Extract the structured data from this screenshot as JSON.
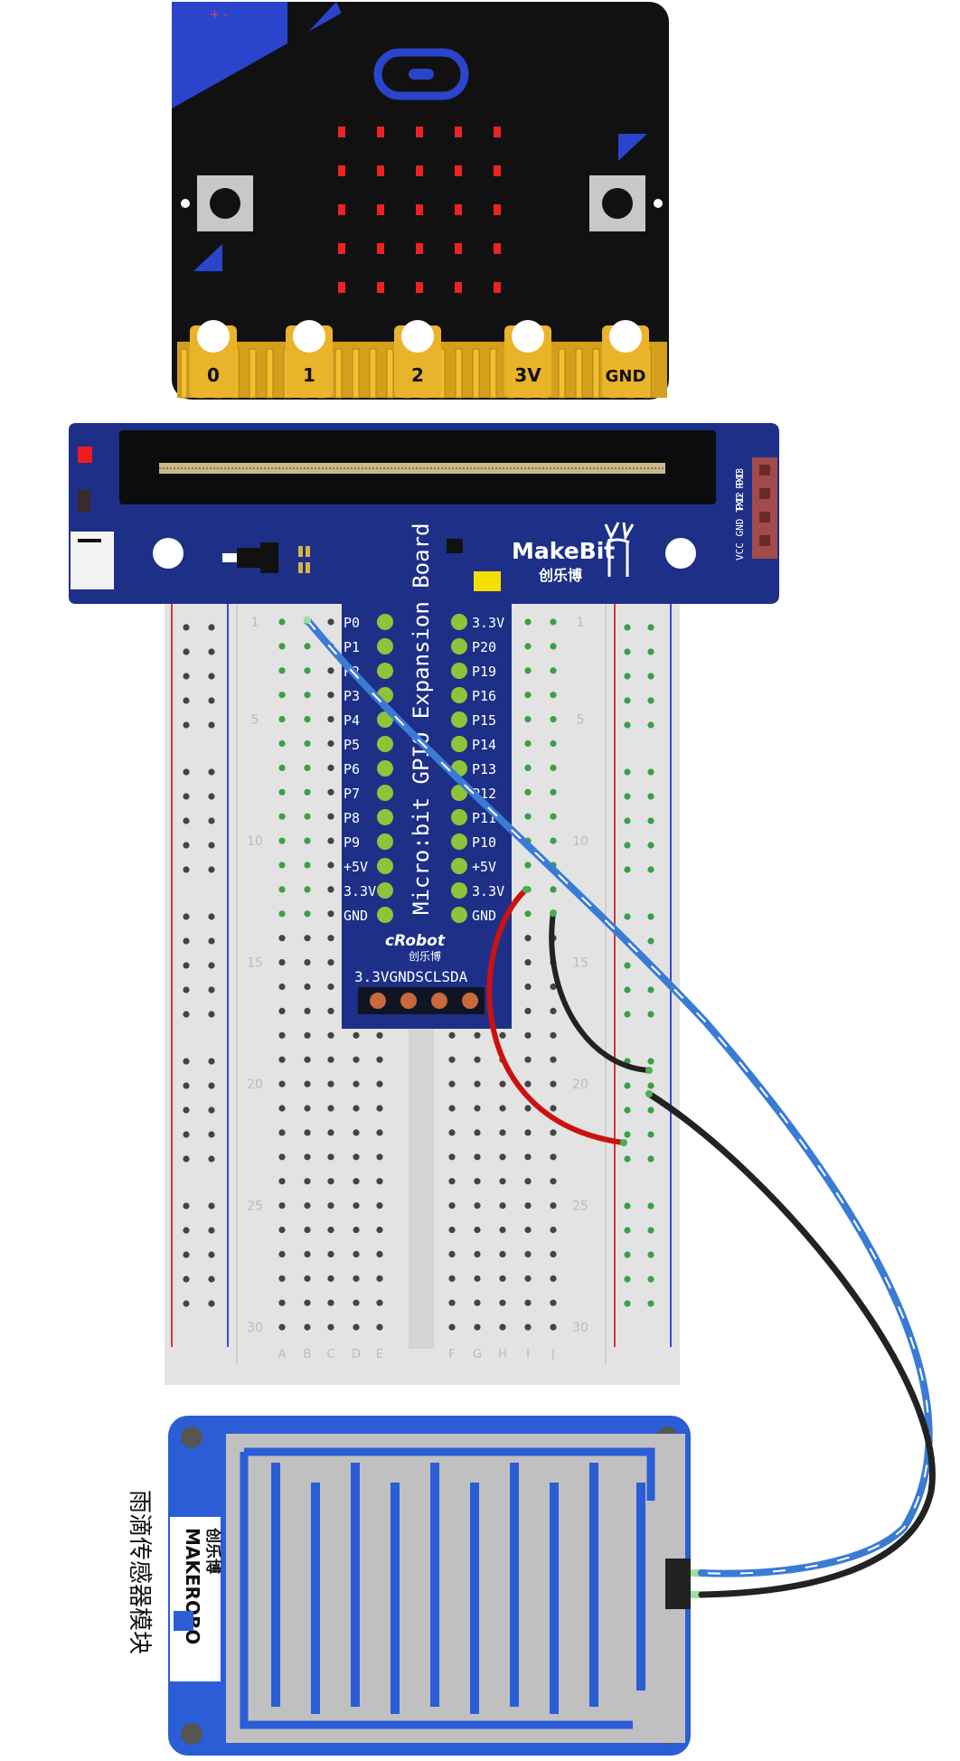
{
  "microbit": {
    "pins": [
      "0",
      "1",
      "2",
      "3V",
      "GND"
    ],
    "battery_marks": "+ -"
  },
  "expansion_board": {
    "brand": "MakeBit",
    "brand_cn": "创乐博",
    "title": "Micro:bit GPIO Expansion Board",
    "maker": "cRobot",
    "maker_cn": "创乐博",
    "left_pins": [
      "P0",
      "P1",
      "P2",
      "P3",
      "P4",
      "P5",
      "P6",
      "P7",
      "P8",
      "P9",
      "+5V",
      "3.3V",
      "GND"
    ],
    "right_pins": [
      "3.3V",
      "P20",
      "P19",
      "P16",
      "P15",
      "P14",
      "P13",
      "P12",
      "P11",
      "P10",
      "+5V",
      "3.3V",
      "GND"
    ],
    "i2c_header": "3.3VGNDSCLSDA",
    "uart_labels": [
      "P12",
      "P13",
      "VCC",
      "GND",
      "TXD",
      "RXD"
    ]
  },
  "breadboard": {
    "row_numbers": [
      "1",
      "5",
      "10",
      "15",
      "20",
      "25",
      "30"
    ],
    "col_left": [
      "A",
      "B",
      "C",
      "D",
      "E"
    ],
    "col_right": [
      "F",
      "G",
      "H",
      "I",
      "J"
    ]
  },
  "sensor": {
    "label_cn": "雨滴传感器模块",
    "brand": "MAKEROBO",
    "brand_cn": "创乐博"
  },
  "wires": [
    {
      "name": "signal",
      "color": "#3a7bd5"
    },
    {
      "name": "power",
      "color": "#cc1111"
    },
    {
      "name": "ground",
      "color": "#222222"
    }
  ]
}
